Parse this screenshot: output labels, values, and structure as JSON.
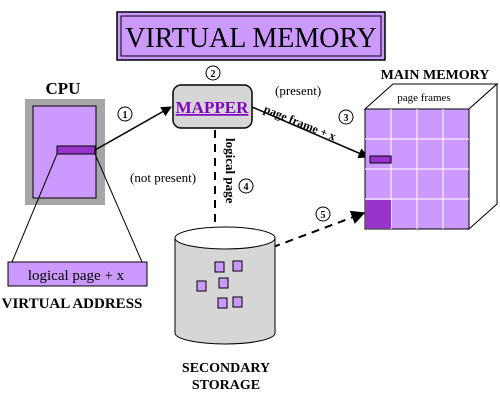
{
  "title": "VIRTUAL MEMORY",
  "cpu": {
    "label": "CPU"
  },
  "mapper": {
    "label": "MAPPER"
  },
  "main_memory": {
    "label": "MAIN MEMORY",
    "frames_label": "page frames"
  },
  "virtual_address": {
    "box_text": "logical page + x",
    "label": "VIRTUAL ADDRESS"
  },
  "secondary_storage": {
    "line1": "SECONDARY",
    "line2": "STORAGE"
  },
  "steps": {
    "s1": "1",
    "s2": "2",
    "s3": "3",
    "s4": "4",
    "s5": "5"
  },
  "edge_labels": {
    "present": "(present)",
    "frame": "page frame + x",
    "not_present": "(not present)",
    "logical_page": "logical page"
  },
  "colors": {
    "lavender": "#cc99ff",
    "purple": "#9933cc",
    "gray": "#a6a6a6",
    "mapper_text": "#8000c0"
  }
}
